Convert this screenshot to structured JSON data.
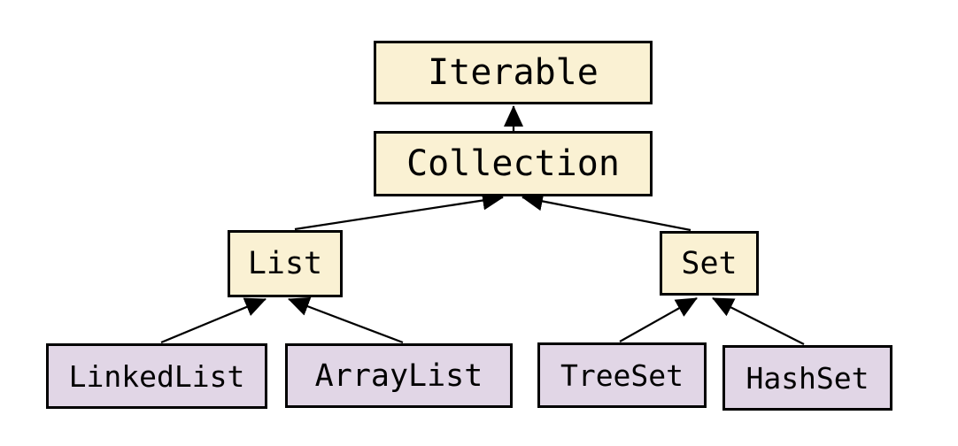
{
  "diagram": {
    "type": "class-hierarchy",
    "nodes": [
      {
        "id": "iterable",
        "label": "Iterable",
        "group": "interface",
        "fill": "#FAF1D3"
      },
      {
        "id": "collection",
        "label": "Collection",
        "group": "interface",
        "fill": "#FAF1D3"
      },
      {
        "id": "list",
        "label": "List",
        "group": "interface",
        "fill": "#FAF1D3"
      },
      {
        "id": "set",
        "label": "Set",
        "group": "interface",
        "fill": "#FAF1D3"
      },
      {
        "id": "linkedlist",
        "label": "LinkedList",
        "group": "class",
        "fill": "#E1D6E6"
      },
      {
        "id": "arraylist",
        "label": "ArrayList",
        "group": "class",
        "fill": "#E1D6E6"
      },
      {
        "id": "treeset",
        "label": "TreeSet",
        "group": "class",
        "fill": "#E1D6E6"
      },
      {
        "id": "hashset",
        "label": "HashSet",
        "group": "class",
        "fill": "#E1D6E6"
      }
    ],
    "edges": [
      {
        "from": "Collection",
        "to": "Iterable"
      },
      {
        "from": "List",
        "to": "Collection"
      },
      {
        "from": "Set",
        "to": "Collection"
      },
      {
        "from": "LinkedList",
        "to": "List"
      },
      {
        "from": "ArrayList",
        "to": "List"
      },
      {
        "from": "TreeSet",
        "to": "Set"
      },
      {
        "from": "HashSet",
        "to": "Set"
      }
    ],
    "arrowhead": "filled-triangle",
    "colors": {
      "interface_fill": "#FAF1D3",
      "class_fill": "#E1D6E6",
      "border": "#000000",
      "edge": "#000000",
      "background": "#FFFFFF"
    }
  }
}
